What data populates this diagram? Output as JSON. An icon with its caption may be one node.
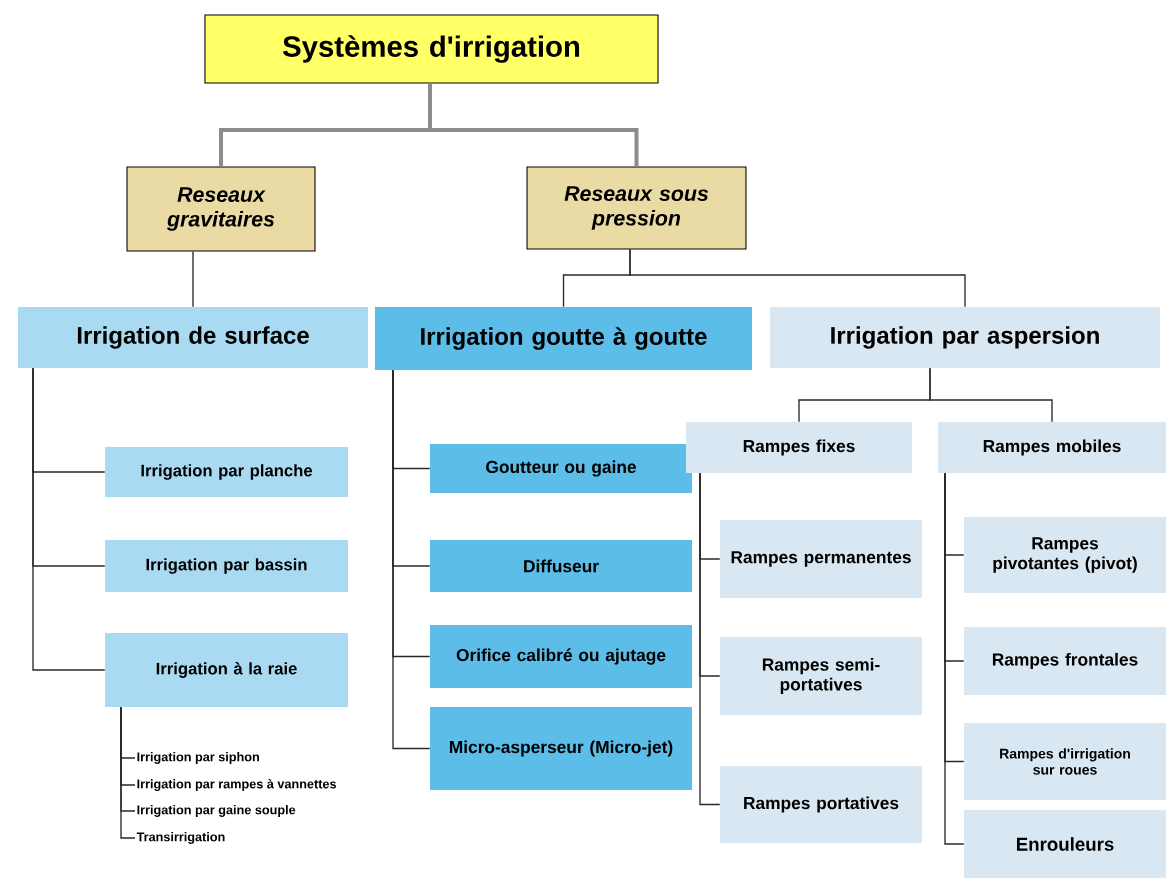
{
  "diagram": {
    "nodes": [
      {
        "text": [
          "Systèmes d'irrigation"
        ]
      },
      {
        "text": [
          "Reseaux gravitaires"
        ]
      },
      {
        "text": [
          "Reseaux sous pression"
        ]
      },
      {
        "text": [
          "Irrigation de surface"
        ]
      },
      {
        "text": [
          "Irrigation goutte à goutte"
        ]
      },
      {
        "text": [
          "Irrigation par aspersion"
        ]
      },
      {
        "text": [
          "Irrigation par planche"
        ]
      },
      {
        "text": [
          "Irrigation par bassin"
        ]
      },
      {
        "text": [
          "Irrigation à la raie"
        ]
      },
      {
        "text": [
          "Irrigation par siphon"
        ]
      },
      {
        "text": [
          "Irrigation par rampes à vannettes"
        ]
      },
      {
        "text": [
          "Irrigation par gaine souple"
        ]
      },
      {
        "text": [
          "Transirrigation"
        ]
      },
      {
        "text": [
          "Goutteur ou gaine"
        ]
      },
      {
        "text": [
          "Diffuseur"
        ]
      },
      {
        "text": [
          "Orifice calibré ou ajutage"
        ]
      },
      {
        "text": [
          "Micro-asperseur (Micro-jet)"
        ]
      },
      {
        "text": [
          "Rampes fixes"
        ]
      },
      {
        "text": [
          "Rampes mobiles"
        ]
      },
      {
        "text": [
          "Rampes permanentes"
        ]
      },
      {
        "text": [
          "Rampes semi-portatives"
        ]
      },
      {
        "text": [
          "Rampes portatives"
        ]
      },
      {
        "text": [
          "Rampes pivotantes (pivot)"
        ]
      },
      {
        "text": [
          "Rampes frontales"
        ]
      },
      {
        "text": [
          "Rampes d'irrigation sur roues"
        ]
      },
      {
        "text": [
          "Enrouleurs"
        ]
      }
    ],
    "edges": [
      {
        "from": 0,
        "to": 1,
        "arrow": "none",
        "style": "thick",
        "color": "#8c8c8c"
      },
      {
        "from": 0,
        "to": 2,
        "arrow": "none",
        "style": "thick",
        "color": "#8c8c8c"
      },
      {
        "from": 1,
        "to": 3,
        "arrow": "none"
      },
      {
        "from": 2,
        "to": 4,
        "arrow": "none"
      },
      {
        "from": 2,
        "to": 5,
        "arrow": "none"
      },
      {
        "from": 3,
        "to": 6,
        "arrow": "none"
      },
      {
        "from": 3,
        "to": 7,
        "arrow": "none"
      },
      {
        "from": 3,
        "to": 8,
        "arrow": "none"
      },
      {
        "from": 8,
        "to": 9,
        "arrow": "none"
      },
      {
        "from": 8,
        "to": 10,
        "arrow": "none"
      },
      {
        "from": 8,
        "to": 11,
        "arrow": "none"
      },
      {
        "from": 8,
        "to": 12,
        "arrow": "none"
      },
      {
        "from": 4,
        "to": 13,
        "arrow": "none"
      },
      {
        "from": 4,
        "to": 14,
        "arrow": "none"
      },
      {
        "from": 4,
        "to": 15,
        "arrow": "none"
      },
      {
        "from": 4,
        "to": 16,
        "arrow": "none"
      },
      {
        "from": 5,
        "to": 17,
        "arrow": "none"
      },
      {
        "from": 5,
        "to": 18,
        "arrow": "none"
      },
      {
        "from": 17,
        "to": 19,
        "arrow": "none"
      },
      {
        "from": 17,
        "to": 20,
        "arrow": "none"
      },
      {
        "from": 17,
        "to": 21,
        "arrow": "none"
      },
      {
        "from": 18,
        "to": 22,
        "arrow": "none"
      },
      {
        "from": 18,
        "to": 23,
        "arrow": "none"
      },
      {
        "from": 18,
        "to": 24,
        "arrow": "none"
      },
      {
        "from": 18,
        "to": 25,
        "arrow": "none"
      }
    ]
  }
}
